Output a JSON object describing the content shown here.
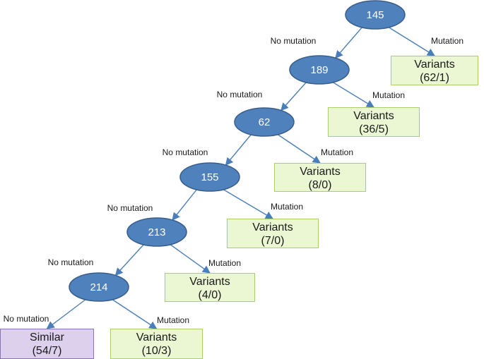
{
  "colors": {
    "node_fill": "#4f81bd",
    "node_stroke": "#385d8a",
    "edge": "#4a7ebb",
    "leaf_variant_fill": "#ebf7d2",
    "leaf_variant_stroke": "#a8cf6a",
    "leaf_similar_fill": "#dcd0ec",
    "leaf_similar_stroke": "#8c74b4"
  },
  "edge_labels": {
    "no": "No mutation",
    "yes": "Mutation"
  },
  "nodes": [
    {
      "id": "n145",
      "label": "145"
    },
    {
      "id": "n189",
      "label": "189"
    },
    {
      "id": "n62",
      "label": "62"
    },
    {
      "id": "n155",
      "label": "155"
    },
    {
      "id": "n213",
      "label": "213"
    },
    {
      "id": "n214",
      "label": "214"
    }
  ],
  "leaves": [
    {
      "id": "l1",
      "kind": "variant",
      "line1": "Variants",
      "line2": "(62/1)"
    },
    {
      "id": "l2",
      "kind": "variant",
      "line1": "Variants",
      "line2": "(36/5)"
    },
    {
      "id": "l3",
      "kind": "variant",
      "line1": "Variants",
      "line2": "(8/0)"
    },
    {
      "id": "l4",
      "kind": "variant",
      "line1": "Variants",
      "line2": "(7/0)"
    },
    {
      "id": "l5",
      "kind": "variant",
      "line1": "Variants",
      "line2": "(4/0)"
    },
    {
      "id": "l6",
      "kind": "variant",
      "line1": "Variants",
      "line2": "(10/3)"
    },
    {
      "id": "l7",
      "kind": "similar",
      "line1": "Similar",
      "line2": "(54/7)"
    }
  ],
  "edges": [
    {
      "from": "n145",
      "to": "n189",
      "label": "no"
    },
    {
      "from": "n145",
      "to": "l1",
      "label": "yes"
    },
    {
      "from": "n189",
      "to": "n62",
      "label": "no"
    },
    {
      "from": "n189",
      "to": "l2",
      "label": "yes"
    },
    {
      "from": "n62",
      "to": "n155",
      "label": "no"
    },
    {
      "from": "n62",
      "to": "l3",
      "label": "yes"
    },
    {
      "from": "n155",
      "to": "n213",
      "label": "no"
    },
    {
      "from": "n155",
      "to": "l4",
      "label": "yes"
    },
    {
      "from": "n213",
      "to": "n214",
      "label": "no"
    },
    {
      "from": "n213",
      "to": "l5",
      "label": "yes"
    },
    {
      "from": "n214",
      "to": "l7",
      "label": "no"
    },
    {
      "from": "n214",
      "to": "l6",
      "label": "yes"
    }
  ]
}
